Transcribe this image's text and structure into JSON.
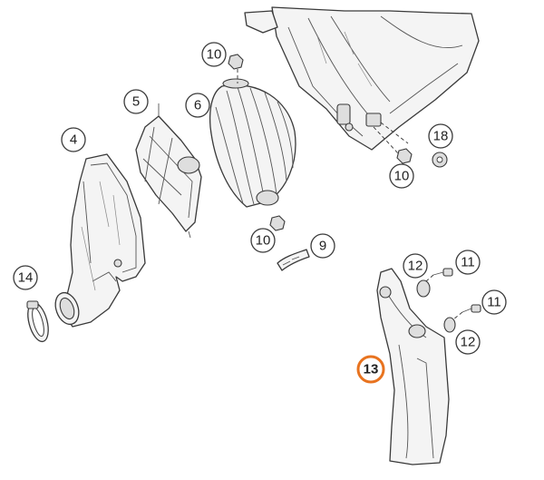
{
  "highlight_color": "#e8731f",
  "callouts": {
    "c10_top": "10",
    "c5": "5",
    "c6": "6",
    "c4": "4",
    "c18": "18",
    "c10_right": "10",
    "c10_mid": "10",
    "c9": "9",
    "c14": "14",
    "c12_top": "12",
    "c11_top": "11",
    "c11_bottom": "11",
    "c12_bottom": "12",
    "c13": "13"
  },
  "parts": [
    {
      "id": "4",
      "name": "intake-boot-icon"
    },
    {
      "id": "5",
      "name": "air-filter-cage-icon"
    },
    {
      "id": "6",
      "name": "air-filter-icon"
    },
    {
      "id": "9",
      "name": "clamp-strip-icon"
    },
    {
      "id": "10",
      "name": "nut-icon"
    },
    {
      "id": "11",
      "name": "screw-icon"
    },
    {
      "id": "12",
      "name": "grommet-icon"
    },
    {
      "id": "13",
      "name": "side-cover-icon"
    },
    {
      "id": "14",
      "name": "hose-clamp-icon"
    },
    {
      "id": "18",
      "name": "washer-nut-icon"
    }
  ]
}
